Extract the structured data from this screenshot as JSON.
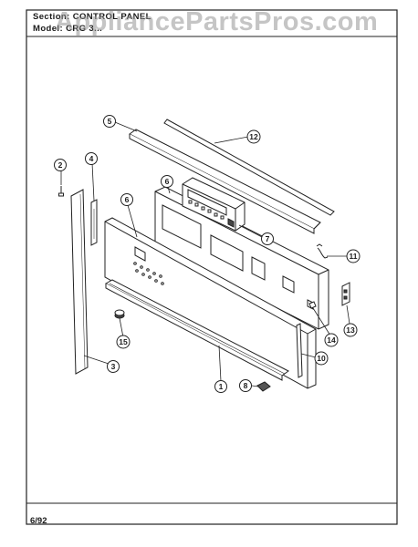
{
  "header": {
    "section_label": "Section:",
    "section_value": "CONTROL PANEL",
    "model_label": "Model:",
    "model_value": "CRG 3..."
  },
  "watermark": "AppliancePartsPros.com",
  "footer": {
    "date_code": "6/92"
  },
  "callouts": {
    "c1": "1",
    "c2": "2",
    "c3": "3",
    "c4": "4",
    "c5": "5",
    "c6a": "6",
    "c6b": "6",
    "c7": "7",
    "c8": "8",
    "c10": "10",
    "c11": "11",
    "c12": "12",
    "c13": "13",
    "c14": "14",
    "c15": "15"
  }
}
